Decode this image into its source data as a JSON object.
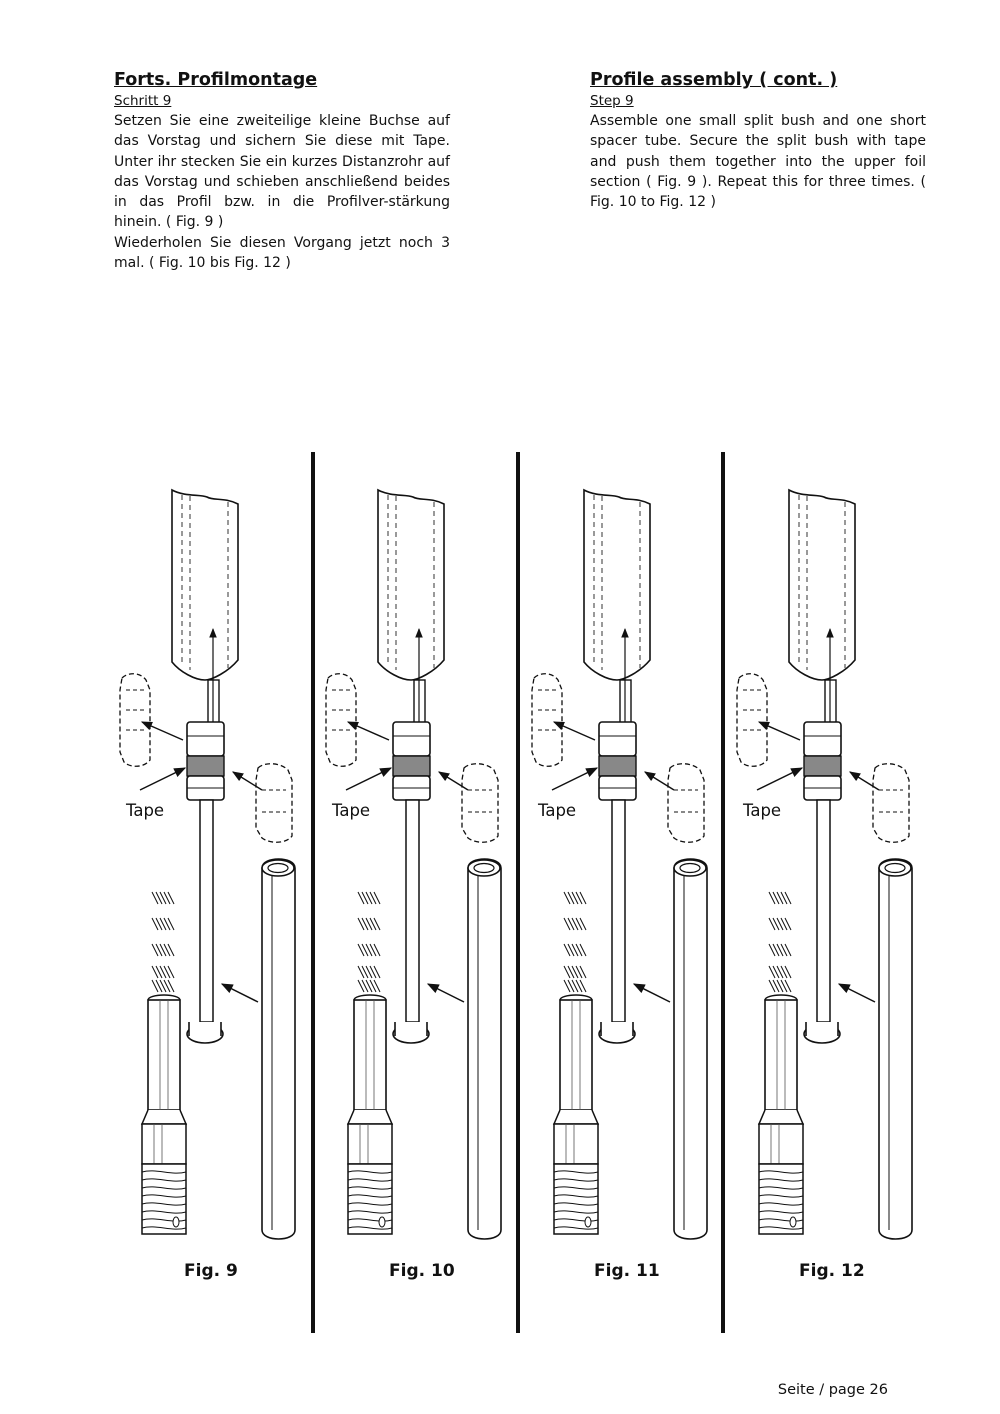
{
  "german": {
    "heading": "Forts. Profilmontage",
    "step": "Schritt 9",
    "paragraphs": [
      "Setzen Sie eine zweiteilige kleine Buchse auf das Vorstag und sichern Sie diese mit Tape. Unter ihr stecken Sie ein kurzes Distanzrohr auf das Vorstag und schieben anschließend beides in das Profil bzw. in die Profilver-stärkung hinein. ( Fig. 9 )",
      "Wiederholen Sie diesen Vorgang jetzt noch 3 mal. ( Fig. 10 bis Fig. 12 )"
    ]
  },
  "english": {
    "heading": "Profile assembly ( cont. )",
    "step": "Step 9",
    "paragraphs": [
      "Assemble one small split bush and one short spacer tube. Secure the split bush with tape and push them together into the upper foil section ( Fig. 9 ). Repeat this for three times. ( Fig. 10 to Fig. 12 )"
    ]
  },
  "figures": [
    {
      "label": "Fig. 9",
      "tape_label": "Tape"
    },
    {
      "label": "Fig. 10",
      "tape_label": "Tape"
    },
    {
      "label": "Fig. 11",
      "tape_label": "Tape"
    },
    {
      "label": "Fig. 12",
      "tape_label": "Tape"
    }
  ],
  "footer": {
    "page": "Seite  / page 26"
  }
}
